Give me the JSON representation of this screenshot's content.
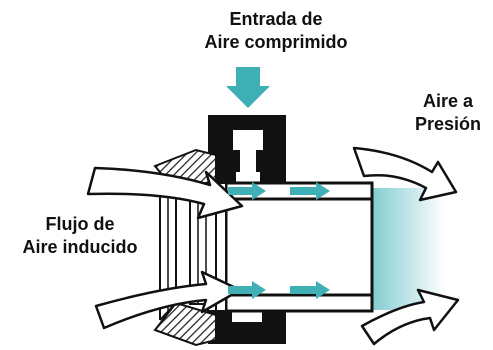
{
  "labels": {
    "inlet": [
      "Entrada de",
      "Aire comprimido"
    ],
    "outlet": [
      "Aire a",
      "Presión"
    ],
    "induced": [
      "Flujo de",
      "Aire inducido"
    ]
  },
  "colors": {
    "teal": "#3fb0b5",
    "teal_light": "#8fd1d4",
    "outline": "#111111",
    "hatch": "#222222"
  }
}
